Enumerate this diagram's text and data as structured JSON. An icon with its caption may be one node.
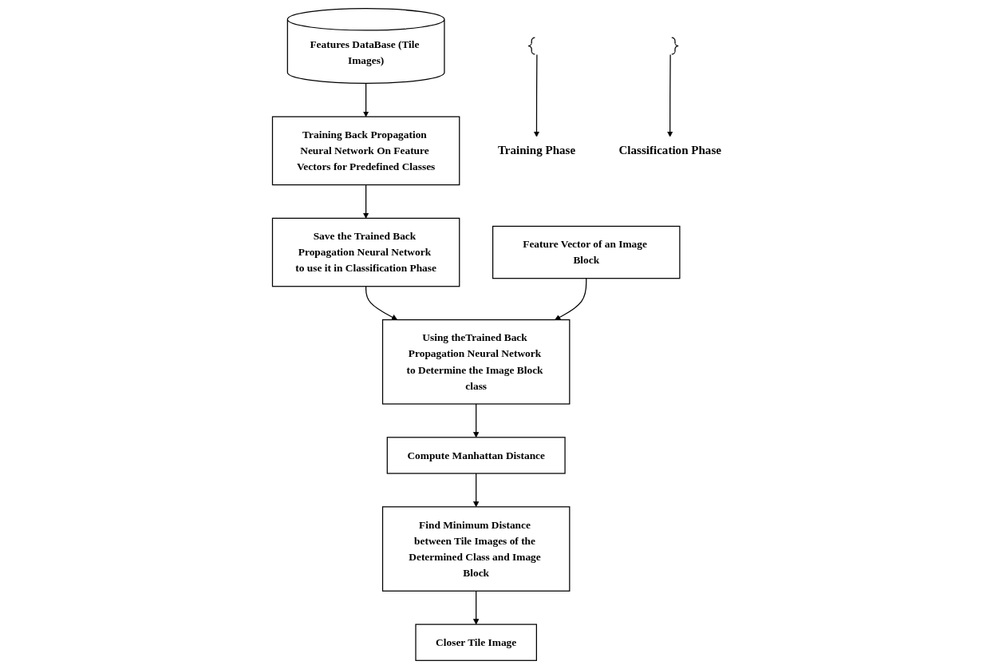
{
  "diagram": {
    "nodes": [
      {
        "text": [
          "Feature Vector of an Image Block"
        ]
      },
      {
        "text": [
          "Features DataBase (Tile Images)"
        ]
      },
      {
        "text": [
          "Using theTrained Back Propagation Neural Network to Determine the Image Block class"
        ]
      },
      {
        "text": [
          "Training Back Propagation Neural Network On Feature Vectors for Predefined Classes"
        ]
      },
      {
        "text": [
          "Compute Manhattan Distance"
        ]
      },
      {
        "text": [
          "Save the Trained Back Propagation Neural Network to use it in Classification Phase"
        ]
      },
      {
        "text": [
          "Find Minimum Distance between Tile Images of the Determined Class and Image Block"
        ]
      },
      {
        "text": [
          "Closer Tile Image"
        ]
      },
      {
        "text": [],
        "shape": "bracket"
      },
      {
        "text": [
          "Training Phase"
        ]
      },
      {
        "text": [],
        "shape": "bracket"
      },
      {
        "text": [
          "Classification Phase"
        ]
      }
    ],
    "edges": [
      {
        "from": 1,
        "to": 3,
        "arrow": "to"
      },
      {
        "from": 3,
        "to": 5,
        "arrow": "to"
      },
      {
        "from": 5,
        "to": 2,
        "arrow": "to"
      },
      {
        "from": 0,
        "to": 2,
        "arrow": "to"
      },
      {
        "from": 2,
        "to": 4,
        "arrow": "to"
      },
      {
        "from": 4,
        "to": 6,
        "arrow": "to"
      },
      {
        "from": 6,
        "to": 7,
        "arrow": "to"
      },
      {
        "from": 8,
        "to": 9,
        "arrow": "to"
      },
      {
        "from": 10,
        "to": 11,
        "arrow": "to"
      }
    ]
  }
}
